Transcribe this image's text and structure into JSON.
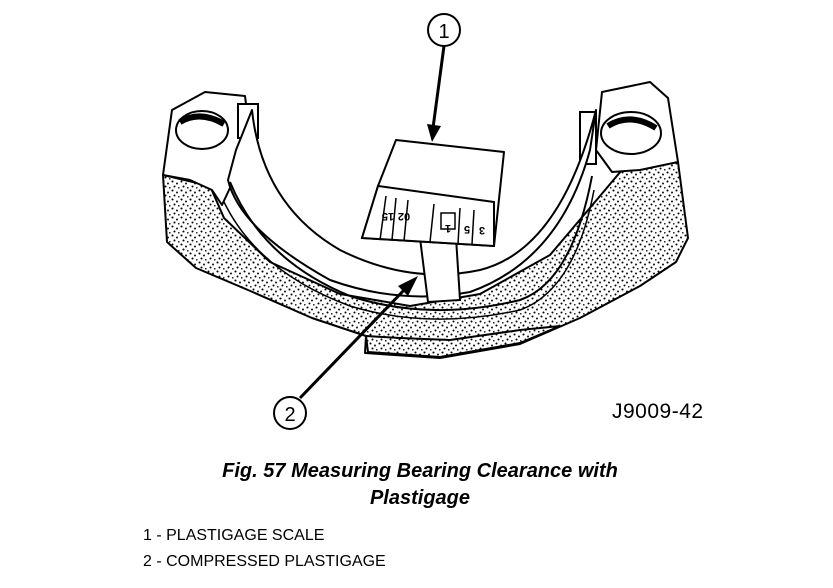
{
  "figure": {
    "code": "J9009-42",
    "caption_line1": "Fig. 57 Measuring Bearing Clearance with",
    "caption_line2": "Plastigage"
  },
  "callouts": [
    {
      "number": "1"
    },
    {
      "number": "2"
    }
  ],
  "scale_marks": [
    "15",
    "02",
    "1",
    "5",
    "3"
  ],
  "legend": [
    {
      "text": "1 - PLASTIGAGE SCALE"
    },
    {
      "text": "2 - COMPRESSED PLASTIGAGE"
    }
  ]
}
